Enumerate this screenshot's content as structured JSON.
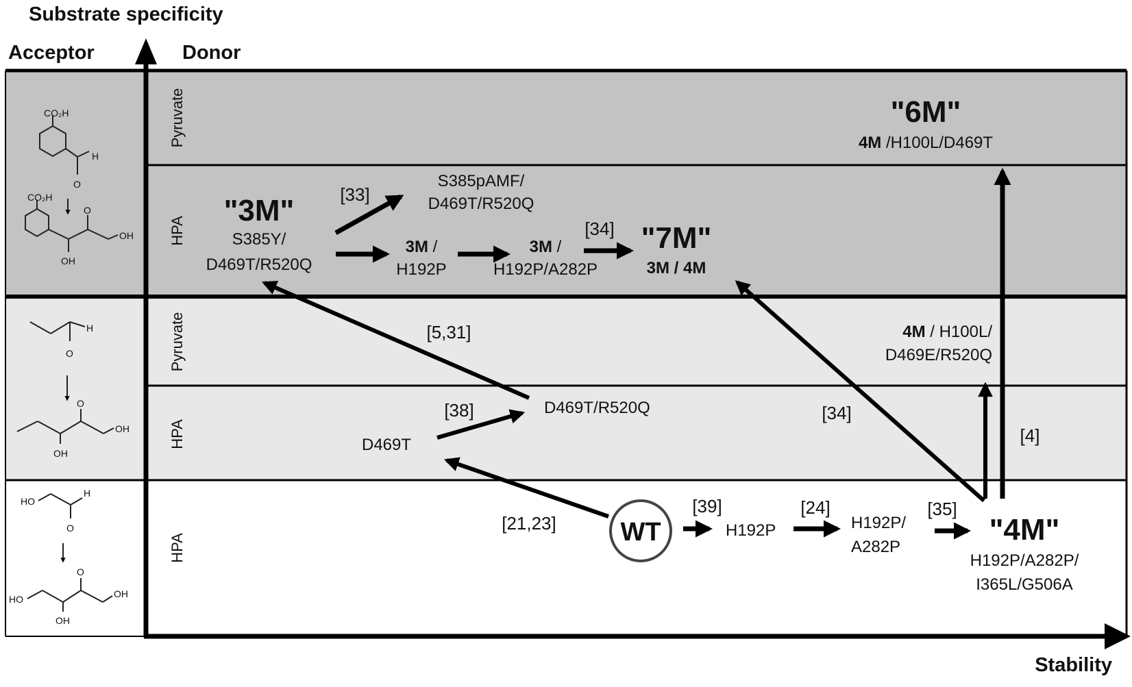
{
  "axes": {
    "y_title": "Substrate specificity",
    "x_title": "Stability",
    "acceptor_header": "Acceptor",
    "donor_header": "Donor"
  },
  "bands": [
    {
      "acceptor_group": 1,
      "donor": "Pyruvate",
      "color": "#c3c3c3"
    },
    {
      "acceptor_group": 1,
      "donor": "HPA",
      "color": "#c3c3c3"
    },
    {
      "acceptor_group": 2,
      "donor": "Pyruvate",
      "color": "#e8e8e8"
    },
    {
      "acceptor_group": 2,
      "donor": "HPA",
      "color": "#e8e8e8"
    },
    {
      "acceptor_group": 3,
      "donor": "HPA",
      "color": "#ffffff"
    }
  ],
  "structures": {
    "s1_top_label": "CO₂H",
    "s1_top_h": "H",
    "s1_top_o": "O",
    "s1_bot_label": "CO₂H",
    "s1_bot_o": "O",
    "s1_bot_oh1": "OH",
    "s1_bot_oh2": "OH",
    "s2_top_h": "H",
    "s2_top_o": "O",
    "s2_bot_o": "O",
    "s2_bot_oh1": "OH",
    "s2_bot_oh2": "OH",
    "s3_top_ho": "HO",
    "s3_top_h": "H",
    "s3_top_o": "O",
    "s3_bot_ho": "HO",
    "s3_bot_o": "O",
    "s3_bot_oh1": "OH",
    "s3_bot_oh2": "OH"
  },
  "nodes": {
    "wt": "WT",
    "m3_name": "\"3M\"",
    "m3_line1": "S385Y/",
    "m3_line2": "D469T/R520Q",
    "pamf_line1": "S385pAMF/",
    "pamf_line2": "D469T/R520Q",
    "h192p_3m_bold": "3M",
    "h192p_3m_sep": " /",
    "h192p_3m_line2": "H192P",
    "a282p_3m_bold": "3M",
    "a282p_3m_sep": " /",
    "a282p_3m_line2": "H192P/A282P",
    "m7_name": "\"7M\"",
    "m7_line": "3M / 4M",
    "m6_name": "\"6M\"",
    "m6_bold": "4M",
    "m6_rest": " /H100L/D469T",
    "m4var_bold": "4M",
    "m4var_rest": " / H100L/",
    "m4var_line2": "D469E/R520Q",
    "d469t": "D469T",
    "d469t_r520q": "D469T/R520Q",
    "h192p": "H192P",
    "h192p_a282p_line1": "H192P/",
    "h192p_a282p_line2": "A282P",
    "m4_name": "\"4M\"",
    "m4_line1": "H192P/A282P/",
    "m4_line2": "I365L/G506A"
  },
  "references": {
    "r33": "[33]",
    "r34a": "[34]",
    "r34b": "[34]",
    "r5_31": "[5,31]",
    "r38": "[38]",
    "r4": "[4]",
    "r21_23": "[21,23]",
    "r39": "[39]",
    "r24": "[24]",
    "r35": "[35]"
  }
}
